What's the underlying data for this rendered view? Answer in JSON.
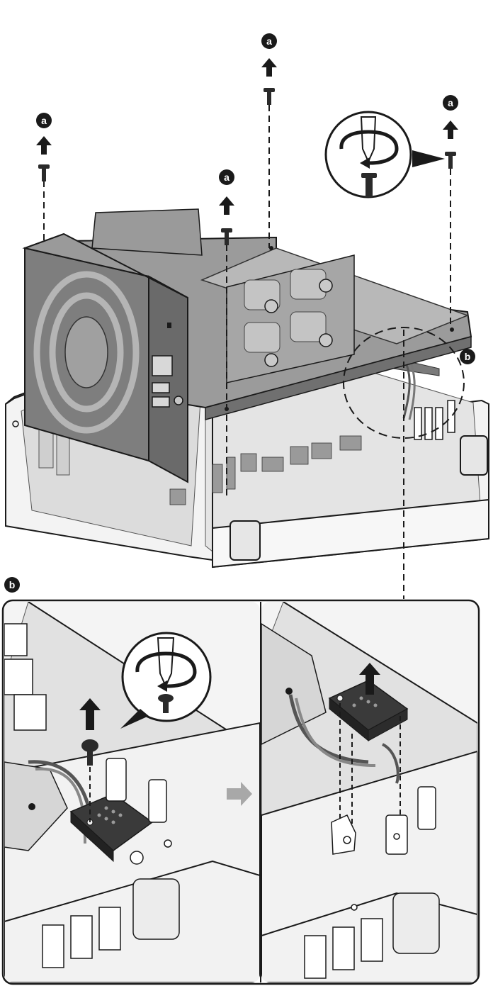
{
  "labels": {
    "screw_callout": "a",
    "connector_callout": "b",
    "detail_callout": "b"
  },
  "colors": {
    "ink": "#1a1a1a",
    "metal": "#8d8d8d",
    "metal_light": "#b4b4b4",
    "metal_dark": "#5e5e5e",
    "plastic": "#f2f2f2",
    "plastic_shade": "#d9d9d9",
    "arrow_grey": "#a8a8a8",
    "board": "#3a3a3a"
  },
  "icons": {
    "remove_arrow": "arrow-up-icon",
    "screwdriver": "screwdriver-rotate-icon",
    "step_arrow": "arrow-right-icon"
  }
}
